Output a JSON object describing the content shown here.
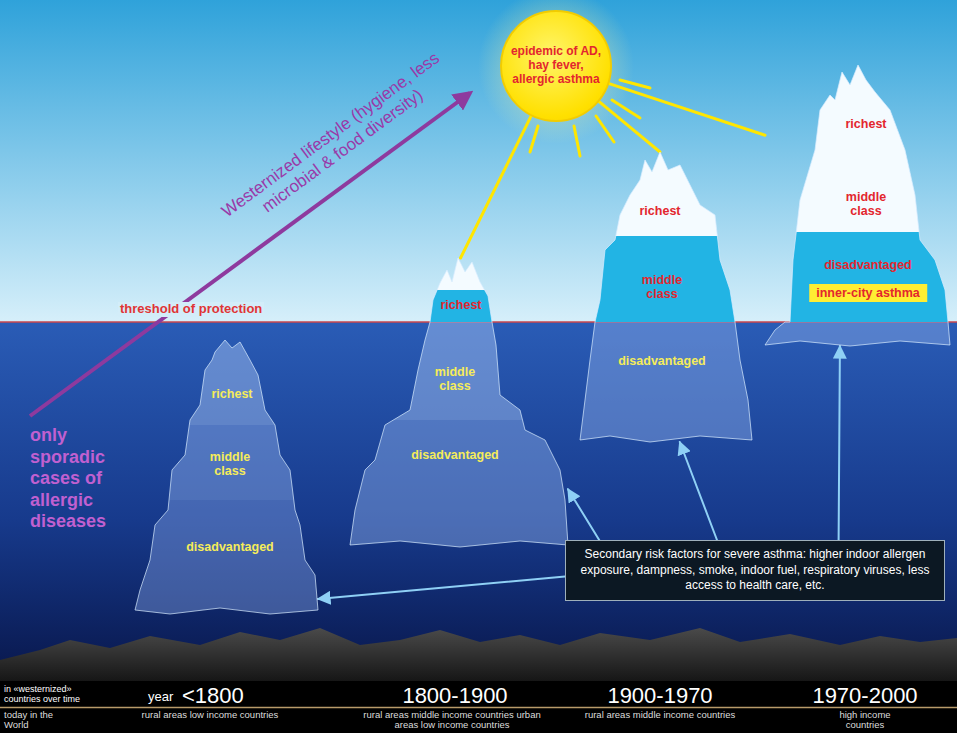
{
  "diagram": {
    "nodes": [
      {
        "text": [
          "epidemic of AD, hay fever, allergic asthma"
        ]
      },
      {
        "text": [
          "richest",
          "middle class",
          "disadvantaged"
        ]
      },
      {
        "text": [
          "richest",
          "middle class",
          "disadvantaged"
        ]
      },
      {
        "text": [
          "richest",
          "middle class",
          "disadvantaged"
        ]
      },
      {
        "text": [
          "richest",
          "middle class",
          "disadvantaged"
        ]
      },
      {
        "text": [
          "inner-city asthma"
        ],
        "in": 4
      },
      {
        "text": [
          "Secondary risk factors for severe asthma: higher indoor allergen exposure, dampness, smoke, indoor fuel, respiratory viruses, less access to health care, etc."
        ]
      }
    ],
    "edges": [
      {
        "from": 0,
        "to": 2,
        "arrow": "none"
      },
      {
        "from": 0,
        "to": 3,
        "arrow": "none"
      },
      {
        "from": 0,
        "to": 4,
        "arrow": "none"
      },
      {
        "from": 6,
        "to": 1,
        "arrow": "to"
      },
      {
        "from": 6,
        "to": 2,
        "arrow": "to"
      },
      {
        "from": 6,
        "to": 3,
        "arrow": "to"
      },
      {
        "from": 6,
        "to": 4,
        "arrow": "to"
      }
    ],
    "labels": [
      "Westernized lifestyle (hygiene, less microbial & food diversity)",
      "threshold of protection",
      "only sporadic cases of allergic diseases",
      "in «westernized» countries over time",
      "year",
      "<1800",
      "1800-1900",
      "1900-1970",
      "1970-2000",
      "today in the World",
      "rural areas low income countries",
      "rural areas middle income countries urban areas low income countries",
      "rural areas middle income countries",
      "high income countries"
    ]
  }
}
